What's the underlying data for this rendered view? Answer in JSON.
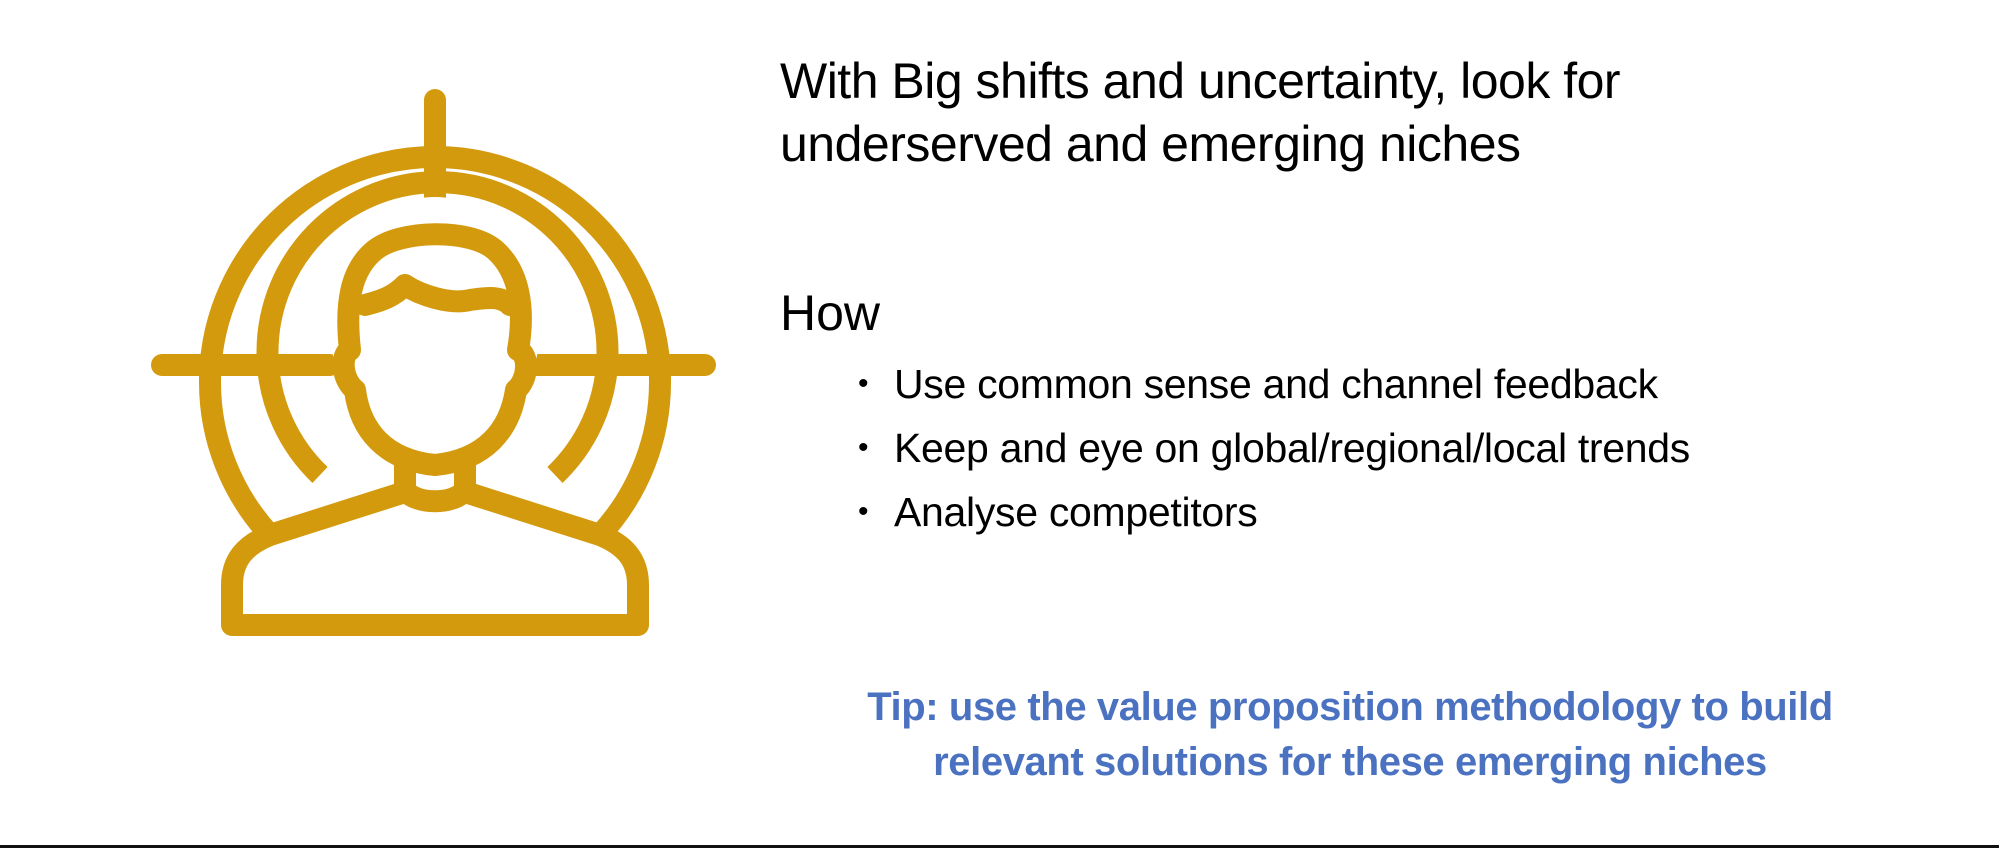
{
  "slide": {
    "title": "With Big shifts and uncertainty, look for underserved and emerging niches",
    "how_heading": "How",
    "bullets": [
      "Use common sense and channel feedback",
      "Keep and eye on global/regional/local trends",
      "Analyse competitors"
    ],
    "bullet_glyph": "•",
    "tip": "Tip: use the value proposition methodology to build relevant solutions for these emerging niches"
  },
  "icon": {
    "name": "target-person-icon",
    "color": "#D49A0E"
  },
  "colors": {
    "background": "#FFFFFF",
    "body_text": "#000000",
    "tip_text": "#4B72C0",
    "icon": "#D49A0E"
  }
}
